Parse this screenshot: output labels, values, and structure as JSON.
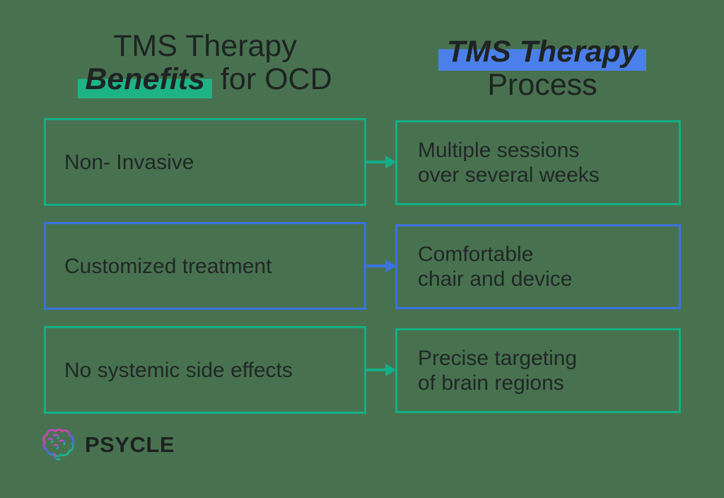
{
  "background": "#48724F",
  "colors": {
    "green_accent": "#12AF86",
    "blue_accent": "#3B72E1",
    "green_highlight": "#1EB385",
    "blue_highlight": "#4B80EA",
    "text_dark": "#1F2424"
  },
  "headings": {
    "benefits": {
      "line1": "TMS Therapy",
      "highlighted": "Benefits",
      "rest": "for OCD"
    },
    "process": {
      "highlighted": "TMS Therapy",
      "line2": "Process"
    }
  },
  "rows": [
    {
      "accent": "green",
      "benefit": "Non- Invasive",
      "process_line1": "Multiple sessions",
      "process_line2": "over several weeks"
    },
    {
      "accent": "blue",
      "benefit": "Customized treatment",
      "process_line1": "Comfortable",
      "process_line2": "chair and device"
    },
    {
      "accent": "green",
      "benefit": "No systemic side effects",
      "process_line1": "Precise targeting",
      "process_line2": "of brain regions"
    }
  ],
  "logo": {
    "brand": "PSYCLE",
    "icon": "brain-icon"
  }
}
